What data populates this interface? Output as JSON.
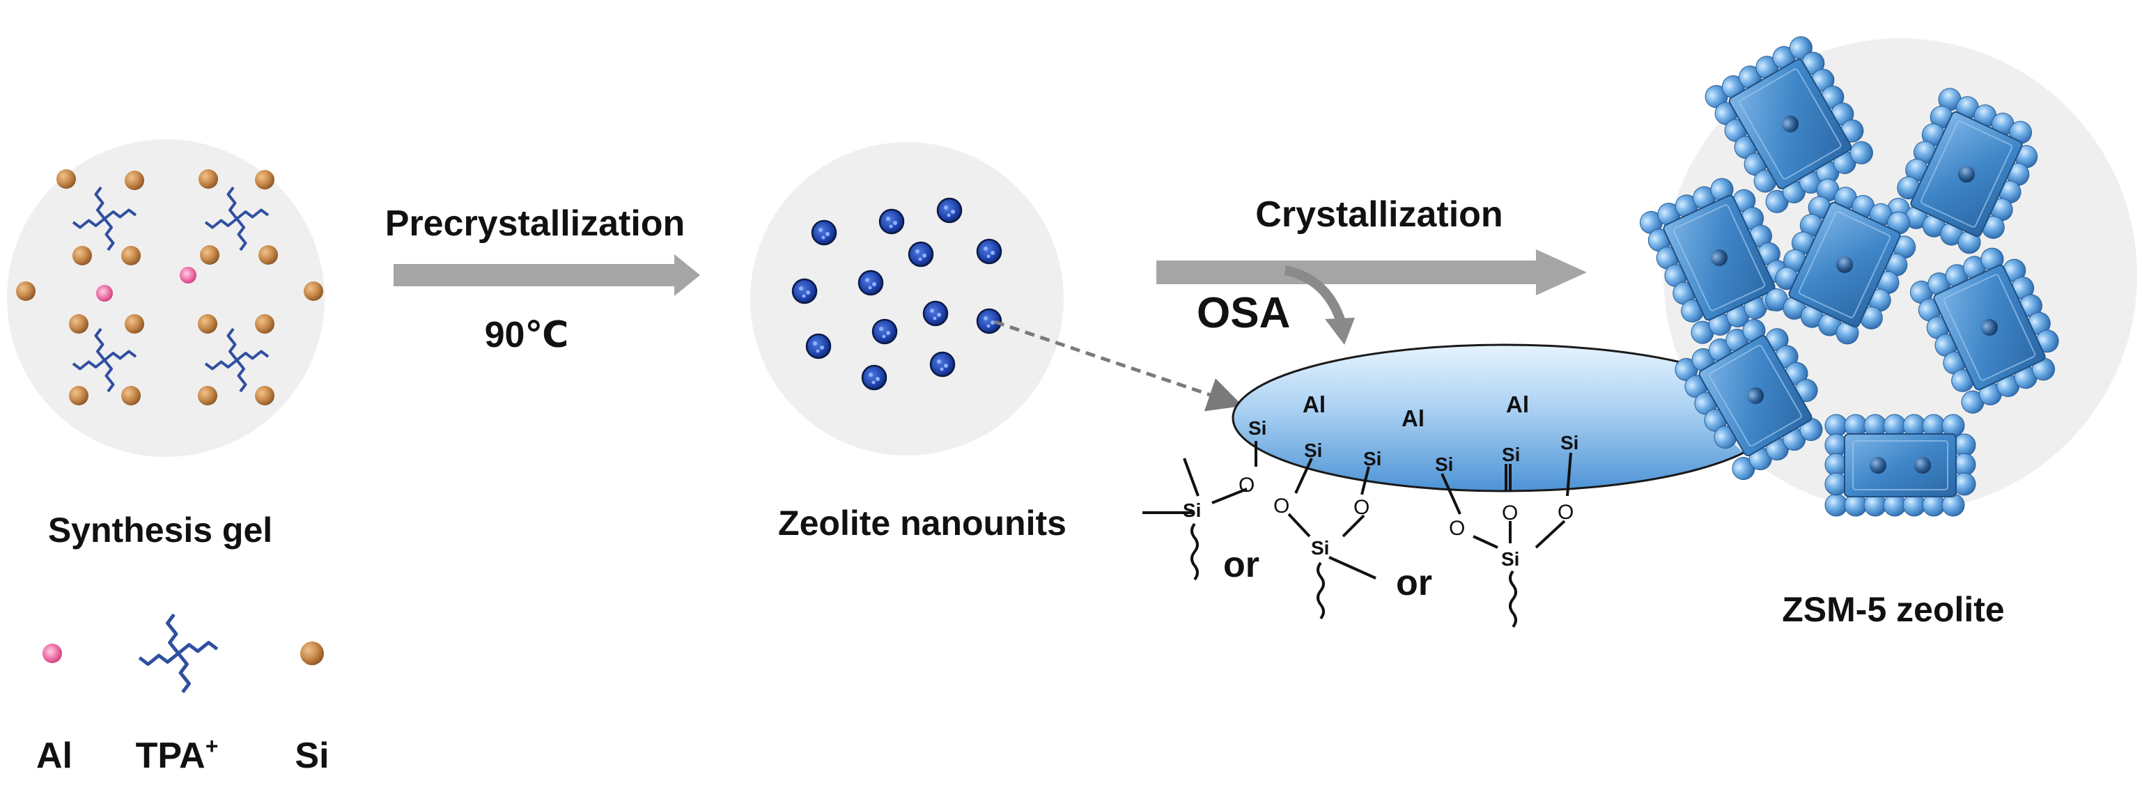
{
  "labels": {
    "synthesis_gel": "Synthesis gel",
    "precrystallization": "Precrystallization",
    "temperature": "90℃",
    "zeolite_nanounits": "Zeolite nanounits",
    "crystallization": "Crystallization",
    "osa": "OSA",
    "zsm5": "ZSM-5 zeolite",
    "or_1": "or",
    "or_2": "or"
  },
  "legend": {
    "al": "Al",
    "tpa": "TPA",
    "tpa_sup": "+",
    "si": "Si"
  },
  "surface": {
    "al_labels": [
      "Al",
      "Al",
      "Al"
    ],
    "si": "Si",
    "o": "O"
  },
  "colors": {
    "panel": "#efefef",
    "si_ball": "#c98a4a",
    "al_ball": "#e66ca0",
    "tpa": "#2f4fa0",
    "nanounit": "#1c3fa8",
    "arrow": "#9a9a9a",
    "crystal": "#3f86c8",
    "sphere": "#6aa8e0"
  }
}
